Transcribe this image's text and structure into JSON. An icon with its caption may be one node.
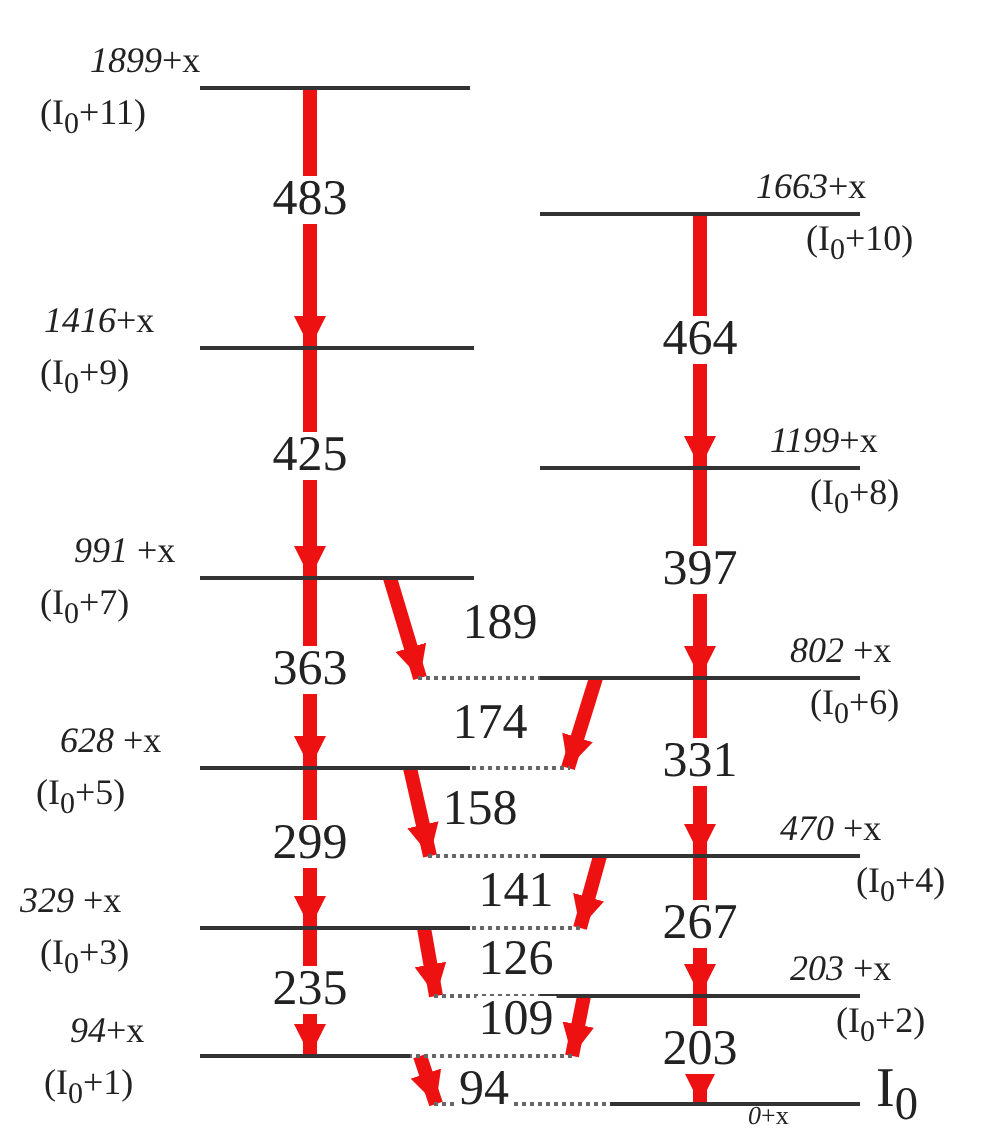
{
  "diagram": {
    "nodes": [
      {
        "text": [
          "*1899*+x",
          "(I$_{0}$+11)"
        ]
      },
      {
        "text": [
          "*1663*+x",
          "(I$_{0}$+10)"
        ]
      },
      {
        "text": [
          "*1416*+x",
          "(I$_{0}$+9)"
        ]
      },
      {
        "text": [
          "*1199*+x",
          "(I$_{0}$+8)"
        ]
      },
      {
        "text": [
          "*991* +x",
          "(I$_{0}$+7)"
        ]
      },
      {
        "text": [
          "*802* +x",
          "(I$_{0}$+6)"
        ]
      },
      {
        "text": [
          "*628* +x",
          "(I$_{0}$+5)"
        ]
      },
      {
        "text": [
          "*470* +x",
          "(I$_{0}$+4)"
        ]
      },
      {
        "text": [
          "*329* +x",
          "(I$_{0}$+3)"
        ]
      },
      {
        "text": [
          "*203* +x",
          "(I$_{0}$+2)"
        ]
      },
      {
        "text": [
          "*94*+x",
          "(I$_{0}$+1)"
        ]
      },
      {
        "text": [
          "*0*+x",
          "I$_{0}$"
        ]
      }
    ],
    "edges": [
      {
        "from": 0,
        "to": 2,
        "arrow": "to",
        "label": "483"
      },
      {
        "from": 1,
        "to": 3,
        "arrow": "to",
        "label": "464"
      },
      {
        "from": 2,
        "to": 4,
        "arrow": "to",
        "label": "425"
      },
      {
        "from": 3,
        "to": 5,
        "arrow": "to",
        "label": "397"
      },
      {
        "from": 4,
        "to": 6,
        "arrow": "to",
        "label": "363"
      },
      {
        "from": 4,
        "to": 5,
        "arrow": "to",
        "label": "189"
      },
      {
        "from": 5,
        "to": 7,
        "arrow": "to",
        "label": "331"
      },
      {
        "from": 5,
        "to": 6,
        "arrow": "to",
        "label": "174"
      },
      {
        "from": 6,
        "to": 8,
        "arrow": "to",
        "label": "299"
      },
      {
        "from": 6,
        "to": 7,
        "arrow": "to",
        "label": "158"
      },
      {
        "from": 7,
        "to": 9,
        "arrow": "to",
        "label": "267"
      },
      {
        "from": 7,
        "to": 8,
        "arrow": "to",
        "label": "141"
      },
      {
        "from": 8,
        "to": 10,
        "arrow": "to",
        "label": "235"
      },
      {
        "from": 8,
        "to": 9,
        "arrow": "to",
        "label": "126"
      },
      {
        "from": 9,
        "to": 11,
        "arrow": "to",
        "label": "203"
      },
      {
        "from": 9,
        "to": 10,
        "arrow": "to",
        "label": "109"
      },
      {
        "from": 10,
        "to": 11,
        "arrow": "to",
        "label": "94"
      }
    ]
  }
}
